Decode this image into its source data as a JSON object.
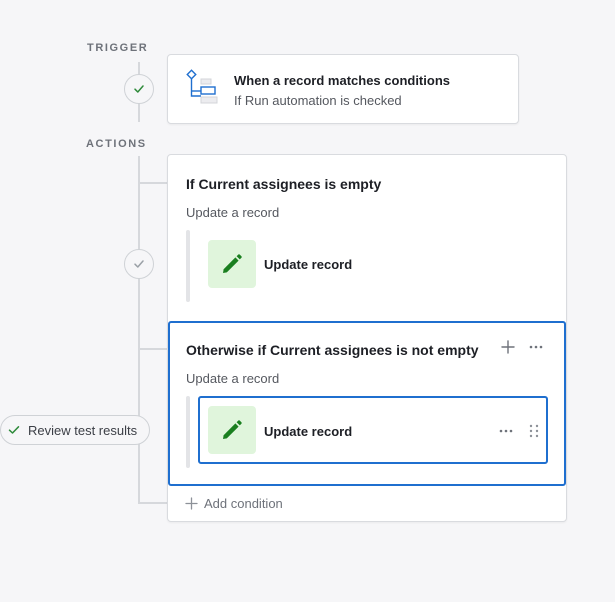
{
  "trigger": {
    "section_label": "TRIGGER",
    "title": "When a record matches conditions",
    "subtitle": "If Run automation is checked",
    "icon": "conditions-tree-icon"
  },
  "actions": {
    "section_label": "ACTIONS",
    "conditions": [
      {
        "title": "If Current assignees is empty",
        "subtitle": "Update a record",
        "step_label": "Update record",
        "icon": "pencil-icon"
      },
      {
        "title": "Otherwise if Current assignees is not empty",
        "subtitle": "Update a record",
        "step_label": "Update record",
        "icon": "pencil-icon",
        "selected": true
      }
    ],
    "add_condition_label": "Add condition"
  },
  "review_button_label": "Review test results",
  "colors": {
    "accent_blue": "#1f6fcf",
    "green_icon": "#1a7f1f",
    "green_tile": "#e0f5dc",
    "connector": "#d6d8dc"
  }
}
